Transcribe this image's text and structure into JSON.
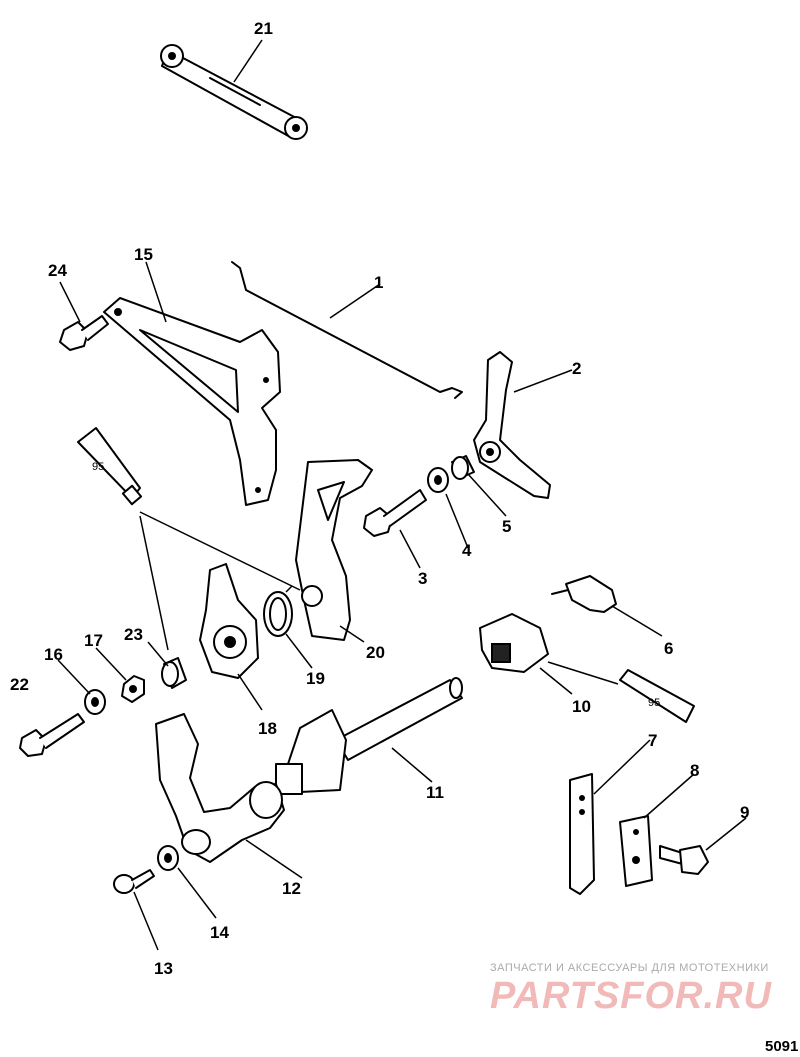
{
  "callouts": {
    "c1": "1",
    "c2": "2",
    "c3": "3",
    "c4": "4",
    "c5": "5",
    "c6": "6",
    "c7": "7",
    "c8": "8",
    "c9": "9",
    "c10": "10",
    "c11": "11",
    "c12": "12",
    "c13": "13",
    "c14": "14",
    "c15": "15",
    "c16": "16",
    "c17": "17",
    "c18": "18",
    "c19": "19",
    "c20": "20",
    "c21": "21",
    "c22": "22",
    "c23": "23",
    "c24": "24"
  },
  "tubes": {
    "left": "95",
    "right": "95"
  },
  "watermark": {
    "tagline": "ЗАПЧАСТИ И АКСЕССУАРЫ ДЛЯ МОТОТЕХНИКИ",
    "logo": "PARTSFOR.RU"
  },
  "figure_number": "5091"
}
